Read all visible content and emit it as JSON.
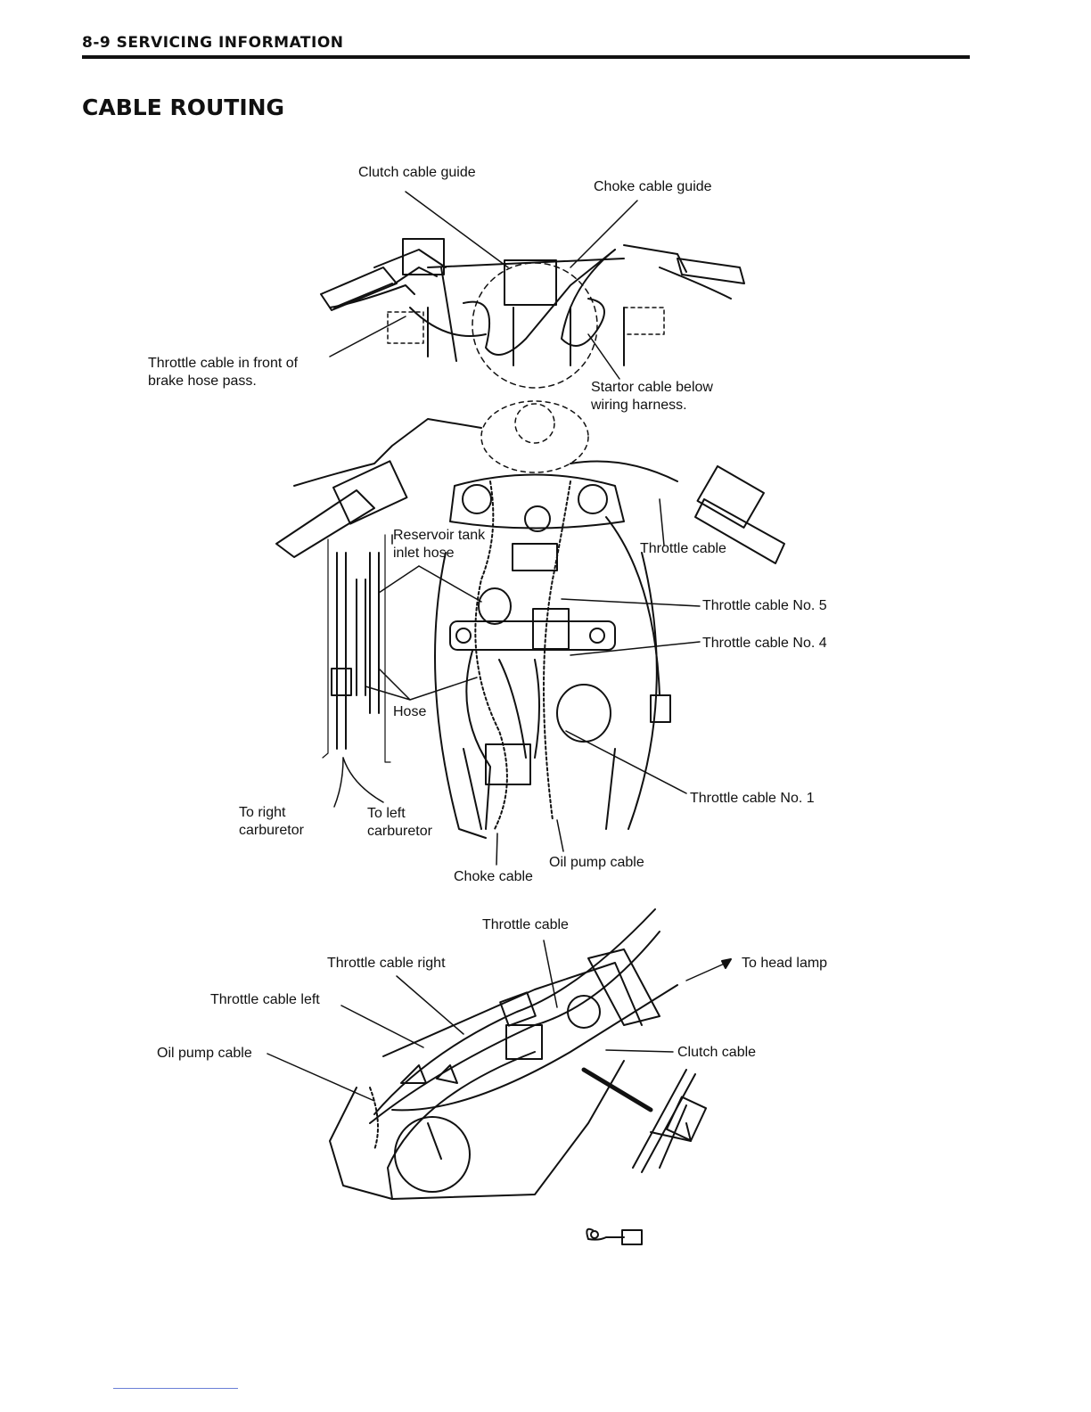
{
  "header": {
    "page_ref": "8-9 SERVICING INFORMATION"
  },
  "title": "CABLE ROUTING",
  "figure1": {
    "labels": {
      "clutch_cable_guide": "Clutch cable guide",
      "choke_cable_guide": "Choke cable guide",
      "throttle_front_of_brake": "Throttle cable in front of\nbrake hose pass.",
      "starter_below_harness": "Startor cable below\nwiring harness."
    }
  },
  "figure2": {
    "labels": {
      "reservoir_tank_hose": "Reservoir tank\ninlet hose",
      "throttle_cable": "Throttle cable",
      "throttle_no5": "Throttle cable No. 5",
      "throttle_no4": "Throttle cable No. 4",
      "hose": "Hose",
      "throttle_no1": "Throttle cable No. 1",
      "to_right_carb": "To right\ncarburetor",
      "to_left_carb": "To left\ncarburetor",
      "oil_pump_cable": "Oil pump cable",
      "choke_cable": "Choke cable"
    }
  },
  "figure3": {
    "labels": {
      "throttle_cable": "Throttle cable",
      "throttle_right": "Throttle cable right",
      "to_head_lamp": "To head lamp",
      "throttle_left": "Throttle cable left",
      "oil_pump_cable": "Oil pump cable",
      "clutch_cable": "Clutch cable"
    }
  },
  "colors": {
    "ink": "#111111",
    "bottom_rule": "#6a7fd6"
  }
}
